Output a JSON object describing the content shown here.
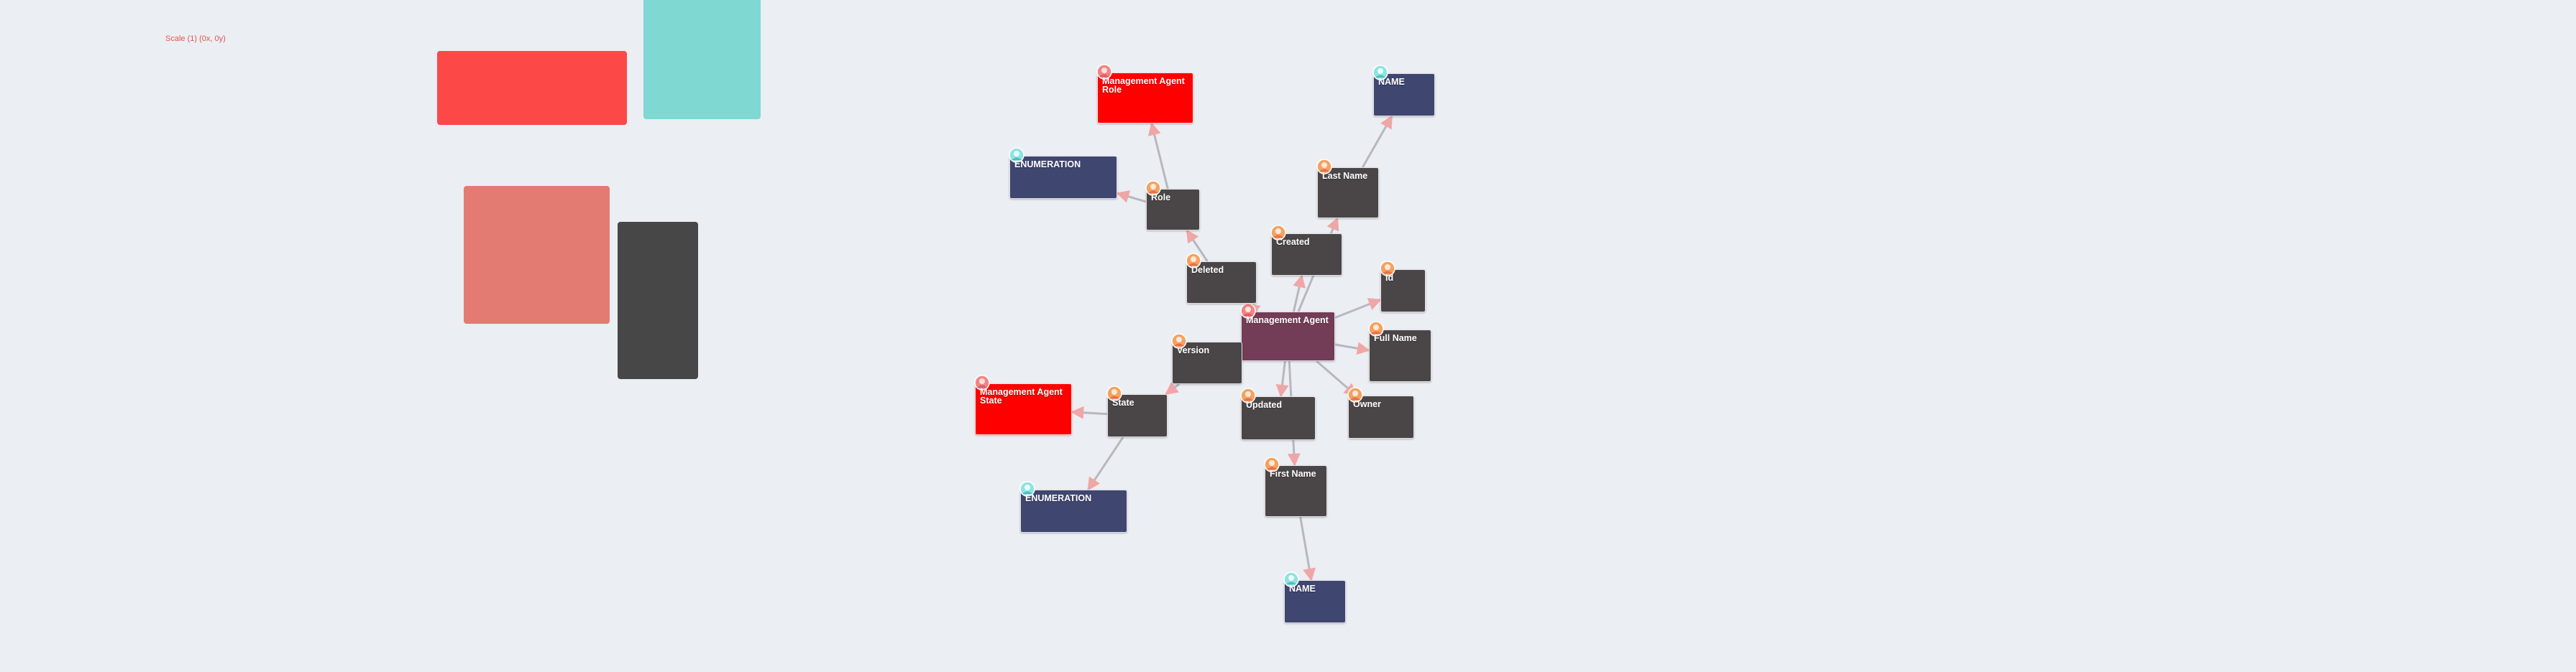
{
  "scale_label": "Scale (1) (0x, 0y)",
  "colors": {
    "background": "#ebeef3",
    "edge": "#b7b8bf",
    "edge_arrow": "#f0a6a6",
    "field": "#4a4648",
    "entity": "#733c57",
    "enumeration": "#3f466f",
    "relation": "#ff0000",
    "legend_red": "#fd4848",
    "legend_teal": "#7fd8d2",
    "legend_salmon": "#e37b72",
    "legend_dark": "#474748"
  },
  "icons": {
    "field": "person-avatar-icon",
    "entity": "entity-avatar-icon",
    "enumeration": "cyan-avatar-icon",
    "relation": "red-avatar-icon"
  },
  "nodes": [
    {
      "id": "management-agent",
      "label": "Management Agent",
      "kind": "entity"
    },
    {
      "id": "role",
      "label": "Role",
      "kind": "field"
    },
    {
      "id": "management-agent-role",
      "label": "Management Agent Role",
      "kind": "relation"
    },
    {
      "id": "enumeration-role",
      "label": "ENUMERATION",
      "kind": "enum"
    },
    {
      "id": "deleted",
      "label": "Deleted",
      "kind": "field"
    },
    {
      "id": "created",
      "label": "Created",
      "kind": "field"
    },
    {
      "id": "last-name",
      "label": "Last Name",
      "kind": "field"
    },
    {
      "id": "name-top",
      "label": "NAME",
      "kind": "enum"
    },
    {
      "id": "id",
      "label": "Id",
      "kind": "field"
    },
    {
      "id": "full-name",
      "label": "Full Name",
      "kind": "field"
    },
    {
      "id": "owner",
      "label": "Owner",
      "kind": "field"
    },
    {
      "id": "updated",
      "label": "Updated",
      "kind": "field"
    },
    {
      "id": "first-name",
      "label": "First Name",
      "kind": "field"
    },
    {
      "id": "name-bottom",
      "label": "NAME",
      "kind": "enum"
    },
    {
      "id": "version",
      "label": "Version",
      "kind": "field"
    },
    {
      "id": "state",
      "label": "State",
      "kind": "field"
    },
    {
      "id": "management-agent-state",
      "label": "Management Agent State",
      "kind": "relation"
    },
    {
      "id": "enumeration-state",
      "label": "ENUMERATION",
      "kind": "enum"
    }
  ],
  "edges": [
    {
      "from": "management-agent",
      "to": "deleted"
    },
    {
      "from": "management-agent",
      "to": "created"
    },
    {
      "from": "management-agent",
      "to": "id"
    },
    {
      "from": "management-agent",
      "to": "full-name"
    },
    {
      "from": "management-agent",
      "to": "owner"
    },
    {
      "from": "management-agent",
      "to": "updated"
    },
    {
      "from": "management-agent",
      "to": "first-name"
    },
    {
      "from": "management-agent",
      "to": "version"
    },
    {
      "from": "management-agent",
      "to": "last-name"
    },
    {
      "from": "deleted",
      "to": "role"
    },
    {
      "from": "role",
      "to": "management-agent-role"
    },
    {
      "from": "role",
      "to": "enumeration-role"
    },
    {
      "from": "last-name",
      "to": "name-top"
    },
    {
      "from": "first-name",
      "to": "name-bottom"
    },
    {
      "from": "version",
      "to": "state"
    },
    {
      "from": "state",
      "to": "management-agent-state"
    },
    {
      "from": "state",
      "to": "enumeration-state"
    }
  ]
}
